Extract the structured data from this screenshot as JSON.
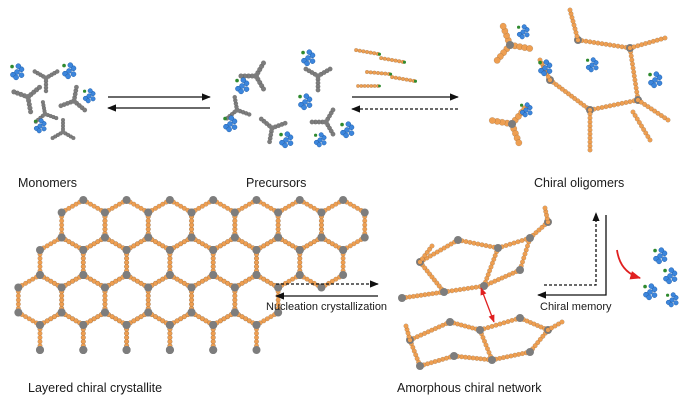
{
  "labels": {
    "monomers": "Monomers",
    "precursors": "Precursors",
    "chiral_oligomers": "Chiral oligomers",
    "layered_chiral_crystallite": "Layered chiral crystallite",
    "amorphous_chiral_network": "Amorphous chiral network",
    "nucleation_crystallization": "Nucleation crystallization",
    "chiral_memory": "Chiral memory"
  },
  "colors": {
    "gray_unit": "#7d7d7d",
    "orange_unit": "#ee9f52",
    "blue_unit": "#3c86dd",
    "green_atom": "#2f8a2f",
    "red_arrow": "#e02020",
    "arrow": "#111111"
  },
  "icons": {
    "monomer": "gray-tripod-molecule",
    "template": "blue-chiral-template-molecule",
    "linker": "orange-linker-molecule"
  }
}
